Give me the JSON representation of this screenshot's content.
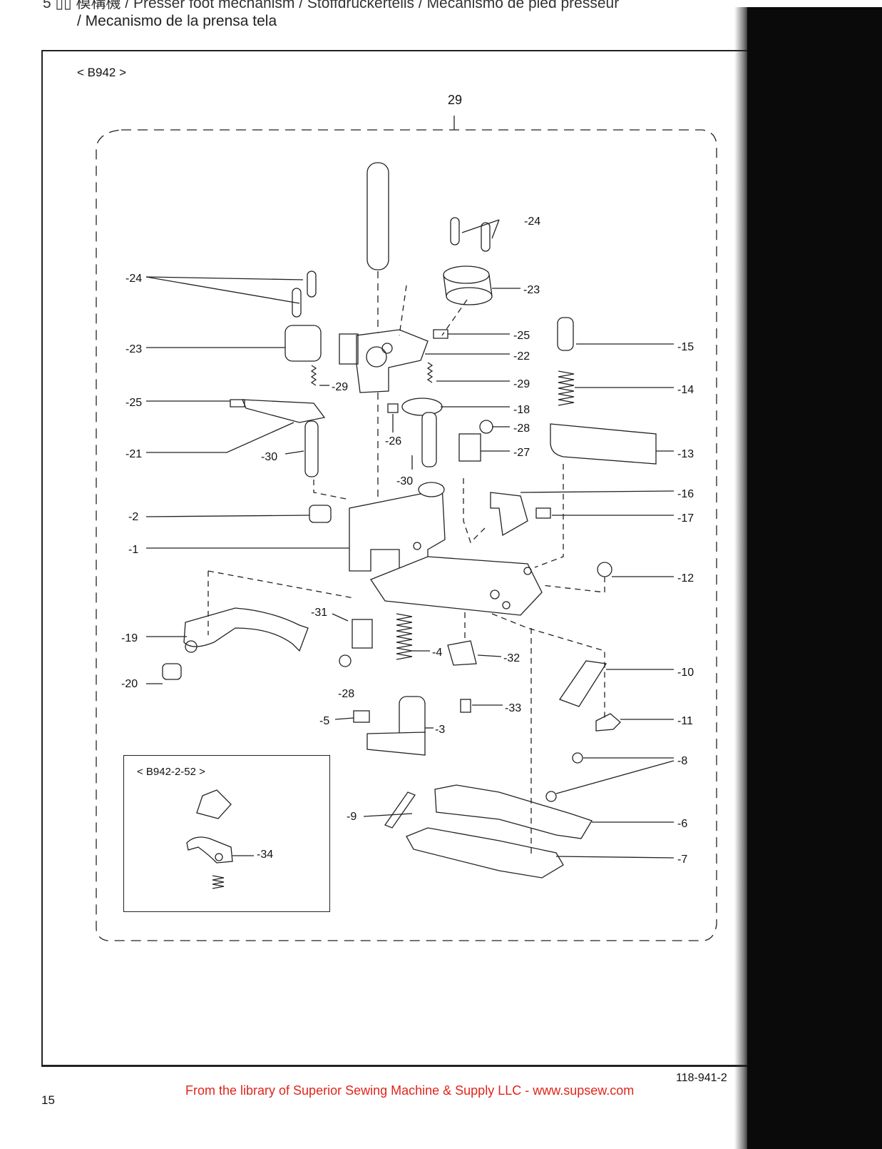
{
  "header": {
    "title_line1": "5 ▯▯ 模構機 / Presser foot mechanism / Stoffdrückerteils / Mecanismo de pied presseur",
    "title_line2": "/ Mecanismo de la prensa tela"
  },
  "diagram": {
    "model": "< B942 >",
    "assembly_number": "29",
    "callouts": [
      "-24",
      "-23",
      "-24",
      "-25",
      "-22",
      "-15",
      "-23",
      "-29",
      "-29",
      "-14",
      "-25",
      "-18",
      "-28",
      "-26",
      "-21",
      "-30",
      "-27",
      "-13",
      "-30",
      "-16",
      "-2",
      "-17",
      "-1",
      "-12",
      "-31",
      "-19",
      "-4",
      "-32",
      "-10",
      "-20",
      "-28",
      "-33",
      "-11",
      "-5",
      "-3",
      "-8",
      "-9",
      "-6",
      "-7"
    ],
    "inset": {
      "title": "< B942-2-52 >",
      "callout": "-34"
    }
  },
  "document_number": "118-941-2",
  "page_number": "15",
  "footer": "From the library of Superior Sewing Machine & Supply LLC - www.supsew.com"
}
